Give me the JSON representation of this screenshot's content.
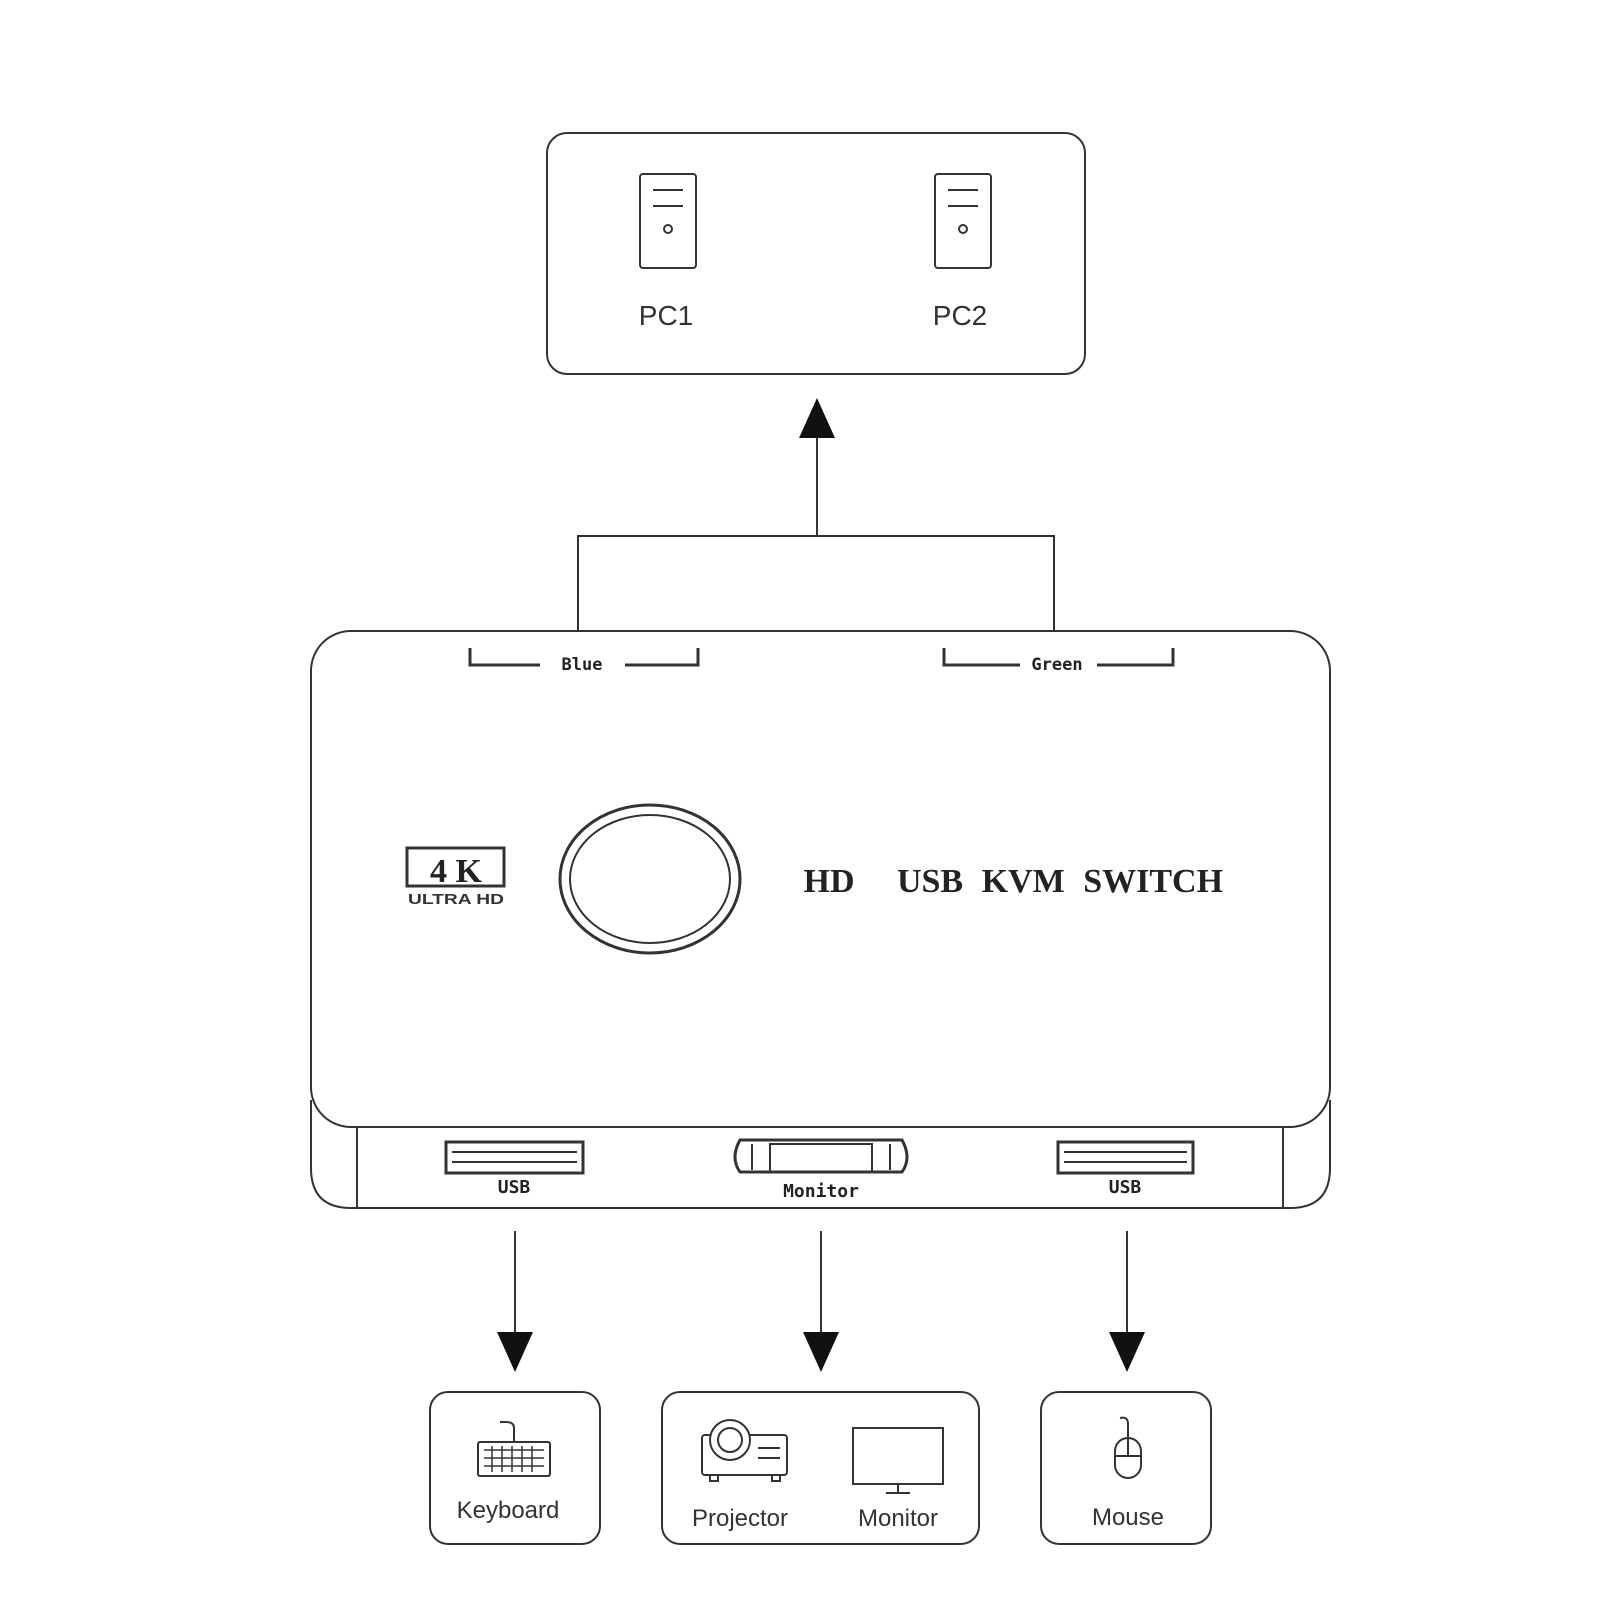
{
  "pcs": {
    "pc1": "PC1",
    "pc2": "PC2"
  },
  "switch": {
    "port_blue": "Blue",
    "port_green": "Green",
    "badge_main": "4 K",
    "badge_sub": "ULTRA HD",
    "title_hd": "HD",
    "title": "USB KVM SWITCH",
    "port_usb_left": "USB",
    "port_monitor": "Monitor",
    "port_usb_right": "USB"
  },
  "devices": {
    "keyboard": "Keyboard",
    "projector": "Projector",
    "monitor": "Monitor",
    "mouse": "Mouse"
  }
}
